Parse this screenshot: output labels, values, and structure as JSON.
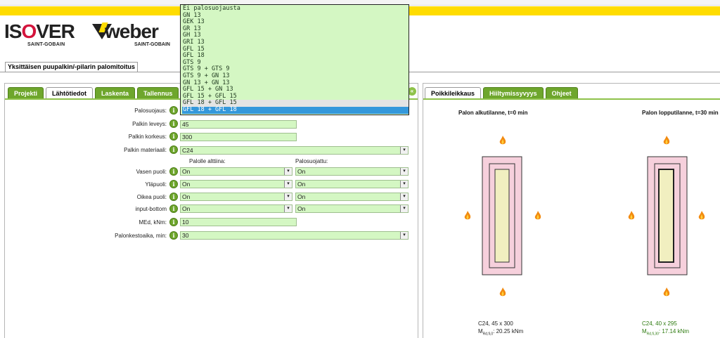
{
  "header": {
    "isover_brand": "ISOVER",
    "isover_sub": "SAINT-GOBAIN",
    "weber_brand": "weber",
    "weber_sub": "SAINT-GOBAIN"
  },
  "page_tab": "Yksittäisen puupalkin/-pilarin palomitoitus",
  "left_tabs": [
    {
      "label": "Projekti",
      "active": false
    },
    {
      "label": "Lähtötiedot",
      "active": true
    },
    {
      "label": "Laskenta",
      "active": false
    },
    {
      "label": "Tallennus",
      "active": false
    }
  ],
  "right_tabs": [
    {
      "label": "Poikkileikkaus",
      "active": true
    },
    {
      "label": "Hiiltymissyvyys",
      "active": false
    },
    {
      "label": "Ohjeet",
      "active": false
    }
  ],
  "form": {
    "palosuojaus": {
      "label": "Palosuojaus:"
    },
    "palkin_leveys": {
      "label": "Palkin leveys:",
      "value": "45"
    },
    "palkin_korkeus": {
      "label": "Palkin korkeus:",
      "value": "300"
    },
    "palkin_materiaali": {
      "label": "Palkin materiaali:",
      "value": "C24"
    },
    "col_alttiina": "Palolle alttiina:",
    "col_suojattu": "Palosuojattu:",
    "vasen": {
      "label": "Vasen puoli:",
      "a": "On",
      "b": "On"
    },
    "yla": {
      "label": "Yläpuoli:",
      "a": "On",
      "b": "On"
    },
    "oikea": {
      "label": "Oikea puoli:",
      "a": "On",
      "b": "On"
    },
    "bottom": {
      "label": "input-bottom",
      "a": "On",
      "b": "On"
    },
    "med": {
      "label": "MEd, kNm:",
      "value": "10"
    },
    "kestoaika": {
      "label": "Palonkestoaika, min:",
      "value": "30"
    }
  },
  "dropdown_options": [
    "Ei palosuojausta",
    "GN 13",
    "GEK 13",
    "GR 13",
    "GH 13",
    "GRI 13",
    "GFL 15",
    "GFL 18",
    "GTS 9",
    "GTS 9 + GTS 9",
    "GTS 9 + GN 13",
    "GN 13 + GN 13",
    "GFL 15 + GN 13",
    "GFL 15 + GFL 15",
    "GFL 18 + GFL 15",
    "GFL 18 + GFL 18"
  ],
  "dropdown_hover_index": 14,
  "dropdown_selected_index": 15,
  "sections": {
    "initial_title": "Palon alkutilanne, t=0 min",
    "final_title": "Palon lopputilanne, t=30 min",
    "initial_dims": "C24, 45 x 300",
    "initial_moment_symbol": "M",
    "initial_moment_sub": "Rd,fi,0",
    "initial_moment_value": ": 20.25 kNm",
    "final_dims": "C24, 40 x 295",
    "final_moment_symbol": "M",
    "final_moment_sub": "Rd,fi,30",
    "final_moment_value": ": 17.14 kNm"
  },
  "colors": {
    "accent_green": "#6ea62c",
    "field_green": "#d4f7c3",
    "brand_yellow": "#ffdc00",
    "selection_blue": "#3498db",
    "plate_pink": "#f6d0dc",
    "wood_beige": "#f1efc0"
  }
}
